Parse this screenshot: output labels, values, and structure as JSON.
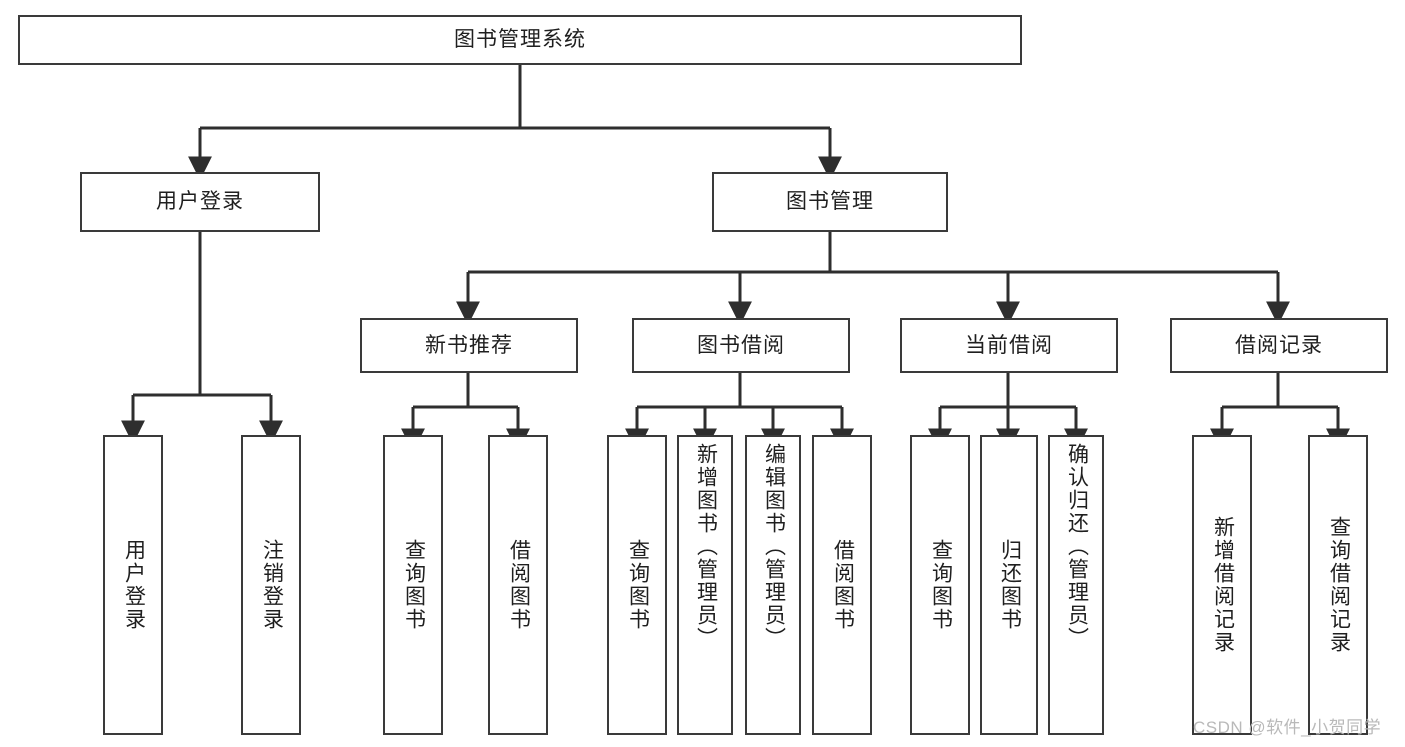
{
  "diagram": {
    "title": "图书管理系统",
    "type": "functional-decomposition-tree",
    "root": {
      "label": "图书管理系统"
    },
    "level1": [
      {
        "label": "用户登录"
      },
      {
        "label": "图书管理"
      }
    ],
    "level2": [
      {
        "label": "新书推荐"
      },
      {
        "label": "图书借阅"
      },
      {
        "label": "当前借阅"
      },
      {
        "label": "借阅记录"
      }
    ],
    "leaves": [
      {
        "label": "用户登录",
        "parent": "用户登录",
        "align": "center"
      },
      {
        "label": "注销登录",
        "parent": "用户登录",
        "align": "center"
      },
      {
        "label": "查询图书",
        "parent": "新书推荐",
        "align": "center"
      },
      {
        "label": "借阅图书",
        "parent": "新书推荐",
        "align": "center"
      },
      {
        "label": "查询图书",
        "parent": "图书借阅",
        "align": "center"
      },
      {
        "label": "新增图书（管理员）",
        "parent": "图书借阅",
        "align": "top"
      },
      {
        "label": "编辑图书（管理员）",
        "parent": "图书借阅",
        "align": "top"
      },
      {
        "label": "借阅图书",
        "parent": "图书借阅",
        "align": "center"
      },
      {
        "label": "查询图书",
        "parent": "当前借阅",
        "align": "center"
      },
      {
        "label": "归还图书",
        "parent": "当前借阅",
        "align": "center"
      },
      {
        "label": "确认归还（管理员）",
        "parent": "当前借阅",
        "align": "top"
      },
      {
        "label": "新增借阅记录",
        "parent": "借阅记录",
        "align": "center"
      },
      {
        "label": "查询借阅记录",
        "parent": "借阅记录",
        "align": "center"
      }
    ]
  },
  "watermark": {
    "text": "CSDN @软件_小贺同学"
  },
  "colors": {
    "box_border": "#3a3a3a",
    "box_fill": "#ffffff",
    "text": "#1f1f1f",
    "connector": "#2e2e2e",
    "watermark": "#b9b9b9",
    "background": "#ffffff"
  }
}
